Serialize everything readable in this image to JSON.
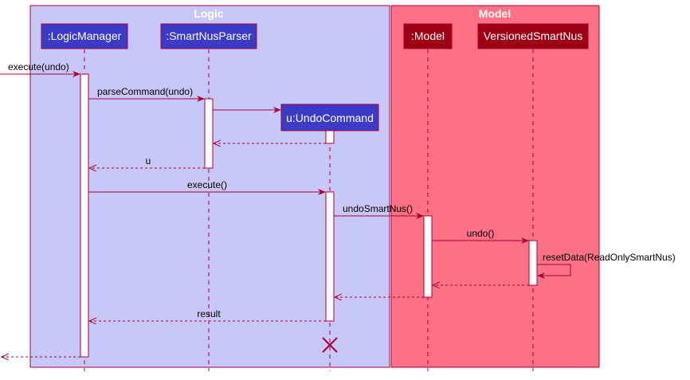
{
  "boxes": {
    "logic": {
      "title": "Logic",
      "fill": "#c8c8f8",
      "stroke": "#a80036"
    },
    "model": {
      "title": "Model",
      "fill": "#fc7183",
      "stroke": "#a80036"
    }
  },
  "participants": {
    "logic_manager": {
      "label": ":LogicManager",
      "fill": "#3b3bc8"
    },
    "parser": {
      "label": ":SmartNusParser",
      "fill": "#3b3bc8"
    },
    "undo_command": {
      "label": "u:UndoCommand",
      "fill": "#3b3bc8"
    },
    "model": {
      "label": ":Model",
      "fill": "#9d0012"
    },
    "versioned": {
      "label": "VersionedSmartNus",
      "fill": "#9d0012"
    }
  },
  "messages": {
    "execute_undo": "execute(undo)",
    "parse_command": "parseCommand(undo)",
    "return_u": "u",
    "execute": "execute()",
    "undo_smart_nus": "undoSmartNus()",
    "undo": "undo()",
    "reset_data": "resetData(ReadOnlySmartNus)",
    "result": "result"
  },
  "colors": {
    "arrow": "#a80036",
    "lifeline": "#a80036",
    "activation_fill": "#ffffff"
  }
}
